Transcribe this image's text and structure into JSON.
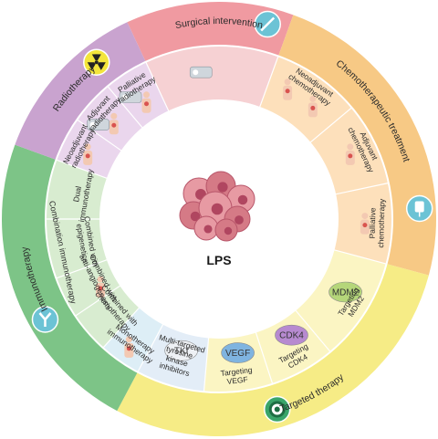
{
  "center": {
    "label": "LPS"
  },
  "outer": [
    {
      "key": "surgical",
      "label": "Surgical intervention",
      "color": "#f09aa1"
    },
    {
      "key": "chemo",
      "label": "Chemotherapeutic treatment",
      "color": "#f7c985"
    },
    {
      "key": "targeted",
      "label": "Targeted therapy",
      "color": "#f6ec86"
    },
    {
      "key": "immuno",
      "label": "Immunotherapy",
      "color": "#7dc487"
    },
    {
      "key": "radio",
      "label": "Radiotherapy",
      "color": "#c9a3cf"
    }
  ],
  "inner": [
    {
      "key": "surgery",
      "label": "",
      "color": "#f6d1d3"
    },
    {
      "key": "neoadj-chemo",
      "label": "Neoadjuvant chemotherapy",
      "color": "#fde0bb"
    },
    {
      "key": "adj-chemo",
      "label": "Adjuvant chemotherapy",
      "color": "#fde0bb"
    },
    {
      "key": "pall-chemo",
      "label": "Palliative chemotherapy",
      "color": "#fde0bb"
    },
    {
      "key": "mdm2",
      "label": "Targeting MDM2",
      "color": "#fbf5c3"
    },
    {
      "key": "cdk4",
      "label": "Targeting CDK4",
      "color": "#fbf5c3"
    },
    {
      "key": "vegf",
      "label": "Targeting VEGF",
      "color": "#fbf5c3"
    },
    {
      "key": "tki",
      "label": "Multi-targeted tyrosine kinase inhibitors",
      "color": "#e3edf7"
    },
    {
      "key": "mono",
      "label": "Monotherapy immunotherapy",
      "color": "#ddeef6"
    },
    {
      "key": "chemoimmuno",
      "label": "Combined with chemotherapy",
      "color": "#d8ecd0"
    },
    {
      "key": "antiangio",
      "label": "Combined with anti-angiogenesis",
      "color": "#d8ecd0"
    },
    {
      "key": "epigenetics",
      "label": "Combined with epigenetics",
      "color": "#d8ecd0"
    },
    {
      "key": "dual",
      "label": "Dual immunotherapy",
      "color": "#d8ecd0"
    },
    {
      "key": "neoadj-radio",
      "label": "Neoadjuvant radiotherapy",
      "color": "#ead6ed"
    },
    {
      "key": "adj-radio",
      "label": "Adjuvant radiotherapy",
      "color": "#ead6ed"
    },
    {
      "key": "pall-radio",
      "label": "Palliative radiotherapy",
      "color": "#ead6ed"
    }
  ],
  "combo_label": "Combination immunotherapy",
  "chips": {
    "mdm2": "MDM2",
    "cdk4": "CDK4",
    "vegf": "VEGF",
    "tki": "TKI"
  },
  "icons": [
    {
      "name": "radiation-icon",
      "color": "#f3e53b"
    },
    {
      "name": "scalpel-icon",
      "color": "#6cc3d5"
    },
    {
      "name": "iv-bag-icon",
      "color": "#6cc3d5"
    },
    {
      "name": "target-icon",
      "color": "#3aa56a"
    },
    {
      "name": "antibody-icon",
      "color": "#6cc3d5"
    }
  ]
}
